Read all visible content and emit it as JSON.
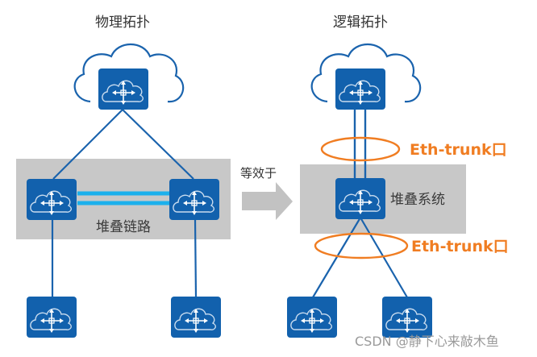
{
  "physical": {
    "title": "物理拓扑",
    "stack_link_label": "堆叠链路"
  },
  "equivalence": {
    "label": "等效于"
  },
  "logical": {
    "title": "逻辑拓扑",
    "stack_system_label": "堆叠系统",
    "eth_trunk_top_label": "Eth-trunk口",
    "eth_trunk_bottom_label": "Eth-trunk口"
  },
  "watermark": "CSDN @静下心来敲木鱼",
  "colors": {
    "device_fill": "#1261ad",
    "device_glyph": "#dbe8f6",
    "link_dark": "#1a63ad",
    "stack_link": "#1bb0ec",
    "gray_box": "#c8c8c8",
    "arrow": "#c2c2c2",
    "eth_accent": "#f07d22",
    "cloud_outline": "#1a63ad"
  },
  "icons": {
    "device": "router-cloud-icon",
    "cloud": "cloud-icon",
    "arrow": "arrow-right-icon"
  }
}
